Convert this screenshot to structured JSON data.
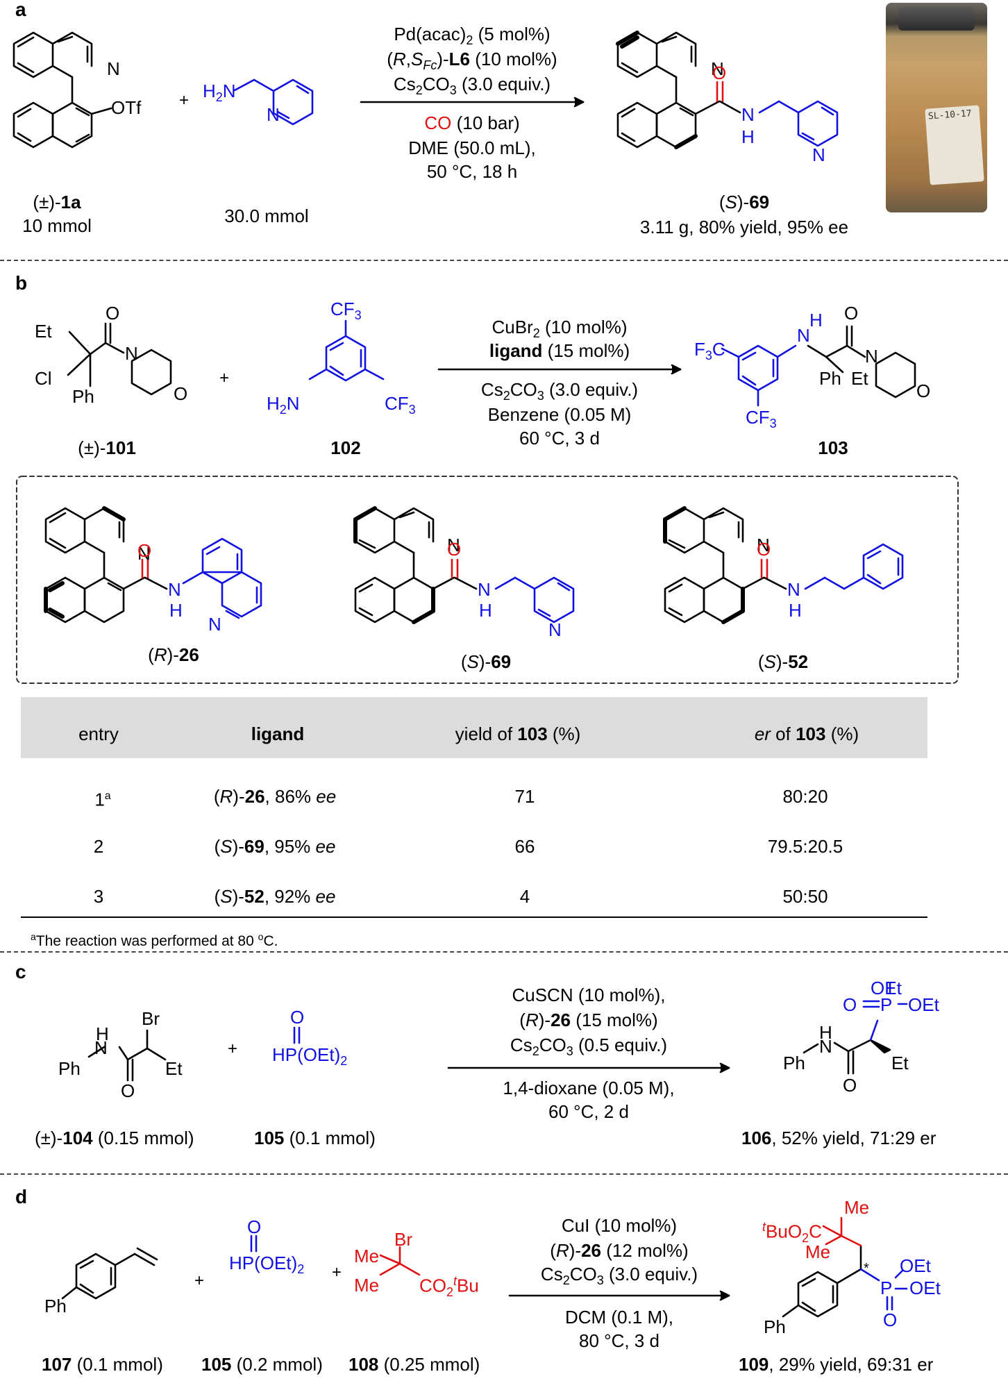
{
  "sections": {
    "a": "a",
    "b": "b",
    "c": "c",
    "d": "d"
  },
  "a": {
    "sm_label_pre": "(±)-",
    "sm_label_bold": "1a",
    "sm_amount": "10 mmol",
    "amine_amount": "30.0 mmol",
    "cond1_a": "Pd(acac)",
    "cond1_sub": "2",
    "cond1_b": " (5 mol%)",
    "cond2_a": "(",
    "cond2_it": "R",
    "cond2_b": ",",
    "cond2_it2": "S",
    "cond2_sub": "Fc",
    "cond2_c": ")-",
    "cond2_bold": "L6",
    "cond2_d": " (10 mol%)",
    "cond3_a": "Cs",
    "cond3_sub1": "2",
    "cond3_b": "CO",
    "cond3_sub2": "3",
    "cond3_c": " (3.0 equiv.)",
    "cond4_red": "CO",
    "cond4_b": " (10 bar)",
    "cond5": "DME (50.0 mL),",
    "cond6": "50 °C, 18 h",
    "prod_pre": "(",
    "prod_it": "S",
    "prod_mid": ")-",
    "prod_bold": "69",
    "prod_result": "3.11 g, 80% yield, 95% ee",
    "vial_text": "SL-10-17"
  },
  "b": {
    "sm_pre": "(±)-",
    "sm_bold": "101",
    "amine_bold": "102",
    "cond1_a": "CuBr",
    "cond1_sub": "2",
    "cond1_b": " (10 mol%)",
    "cond2_bold": "ligand",
    "cond2_b": " (15 mol%)",
    "cond3_a": "Cs",
    "cond3_sub1": "2",
    "cond3_b": "CO",
    "cond3_sub2": "3",
    "cond3_c": " (3.0 equiv.)",
    "cond4": "Benzene (0.05 M)",
    "cond5": "60 °C, 3 d",
    "prod_bold": "103",
    "ligands": [
      {
        "pre": "(",
        "it": "R",
        "mid": ")-",
        "bold": "26"
      },
      {
        "pre": "(",
        "it": "S",
        "mid": ")-",
        "bold": "69"
      },
      {
        "pre": "(",
        "it": "S",
        "mid": ")-",
        "bold": "52"
      }
    ],
    "table": {
      "headers": {
        "entry": "entry",
        "ligand": "ligand",
        "yield_pre": "yield of ",
        "yield_bold": "103",
        "yield_post": " (%)",
        "er_it": "er",
        "er_pre": " of ",
        "er_bold": "103",
        "er_post": " (%)"
      },
      "rows": [
        {
          "entry": "1",
          "entry_sup": "a",
          "lig_pre": "(",
          "lig_it": "R",
          "lig_mid": ")-",
          "lig_bold": "26",
          "lig_post": ", 86% ",
          "lig_ee": "ee",
          "yield": "71",
          "er": "80:20"
        },
        {
          "entry": "2",
          "entry_sup": "",
          "lig_pre": "(",
          "lig_it": "S",
          "lig_mid": ")-",
          "lig_bold": "69",
          "lig_post": ", 95% ",
          "lig_ee": "ee",
          "yield": "66",
          "er": "79.5:20.5"
        },
        {
          "entry": "3",
          "entry_sup": "",
          "lig_pre": "(",
          "lig_it": "S",
          "lig_mid": ")-",
          "lig_bold": "52",
          "lig_post": ", 92% ",
          "lig_ee": "ee",
          "yield": "4",
          "er": "50:50"
        }
      ],
      "footnote_sup": "a",
      "footnote_a": "The reaction was performed at 80 ",
      "footnote_sup2": "o",
      "footnote_b": "C."
    }
  },
  "c": {
    "sm_pre": "(±)-",
    "sm_bold": "104",
    "sm_amt": " (0.15 mmol)",
    "p_bold": "105",
    "p_amt": " (0.1 mmol)",
    "cond1": "CuSCN (10 mol%),",
    "cond2_pre": "(",
    "cond2_it": "R",
    "cond2_mid": ")-",
    "cond2_bold": "26",
    "cond2_post": " (15 mol%)",
    "cond3_a": "Cs",
    "cond3_sub1": "2",
    "cond3_b": "CO",
    "cond3_sub2": "3",
    "cond3_c": " (0.5 equiv.)",
    "cond4": "1,4-dioxane (0.05 M),",
    "cond5": "60 °C, 2 d",
    "prod_bold": "106",
    "prod_result": ", 52% yield, 71:29 er"
  },
  "d": {
    "s1_bold": "107",
    "s1_amt": " (0.1 mmol)",
    "s2_bold": "105",
    "s2_amt": " (0.2 mmol)",
    "s3_bold": "108",
    "s3_amt": "  (0.25 mmol)",
    "cond1": "CuI (10 mol%)",
    "cond2_pre": "(",
    "cond2_it": "R",
    "cond2_mid": ")-",
    "cond2_bold": "26",
    "cond2_post": " (12 mol%)",
    "cond3_a": "Cs",
    "cond3_sub1": "2",
    "cond3_b": "CO",
    "cond3_sub2": "3",
    "cond3_c": " (3.0 equiv.)",
    "cond4": "DCM (0.1 M),",
    "cond5": "80 °C, 3 d",
    "prod_bold": "109",
    "prod_result": ", 29% yield, 69:31 er"
  },
  "atoms": {
    "N": "N",
    "OTf": "OTf",
    "O": "O",
    "H": "H",
    "NH": "N",
    "H2N": "H",
    "two": "2",
    "Et": "Et",
    "Cl": "Cl",
    "Ph": "Ph",
    "CF3_a": "CF",
    "three": "3",
    "F3C": "F",
    "Br": "Br",
    "HP": "HP",
    "OEt2": "(OEt)",
    "OEt": "OEt",
    "P": "P",
    "Me": "Me",
    "CO2": "CO",
    "tBu": "Bu",
    "t": "t",
    "BuO2C": "BuO",
    "C": "C",
    "star": "*",
    "plus": "+"
  },
  "colors": {
    "blue": "#1010e0",
    "red": "#e01010",
    "table_header": "#dcdcdc"
  }
}
